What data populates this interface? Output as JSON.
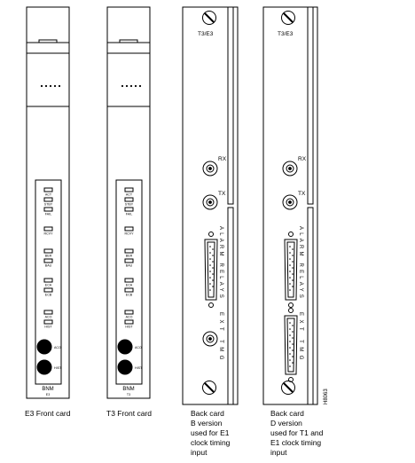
{
  "figure_id": "H8063",
  "cards": [
    {
      "module_name": "BNM",
      "module_sub": "E3",
      "caption": "E3 Front card",
      "leds": [
        "ACT",
        "STBY",
        "FAIL",
        "RCVY",
        "BER",
        "BAU",
        "ECA",
        "ECB",
        "ACO",
        "HIST"
      ],
      "buttons": [
        "ACO",
        "HIST"
      ]
    },
    {
      "module_name": "BNM",
      "module_sub": "T3",
      "caption": "T3 Front card",
      "leds": [
        "ACT",
        "STBY",
        "FAIL",
        "RCVY",
        "BER",
        "BAU",
        "ECA",
        "ECB",
        "ACO",
        "HIST"
      ],
      "buttons": [
        "ACO",
        "HIST"
      ]
    },
    {
      "top_label": "T3/E3",
      "rx": "RX",
      "tx": "TX",
      "side_label_1": "ALARM RELAYS",
      "side_label_2": "EXT TMG",
      "caption": [
        "Back card",
        "B version",
        "used for E1",
        "clock timing",
        "input"
      ]
    },
    {
      "top_label": "T3/E3",
      "rx": "RX",
      "tx": "TX",
      "side_label_1": "ALARM RELAYS",
      "side_label_2": "EXT TMG",
      "caption": [
        "Back card",
        "D version",
        "used for T1 and",
        "E1 clock timing",
        "input"
      ]
    }
  ],
  "icons": [
    "screw-icon",
    "bnc-connector-icon",
    "db15-connector-icon",
    "push-button-icon",
    "led-icon"
  ]
}
